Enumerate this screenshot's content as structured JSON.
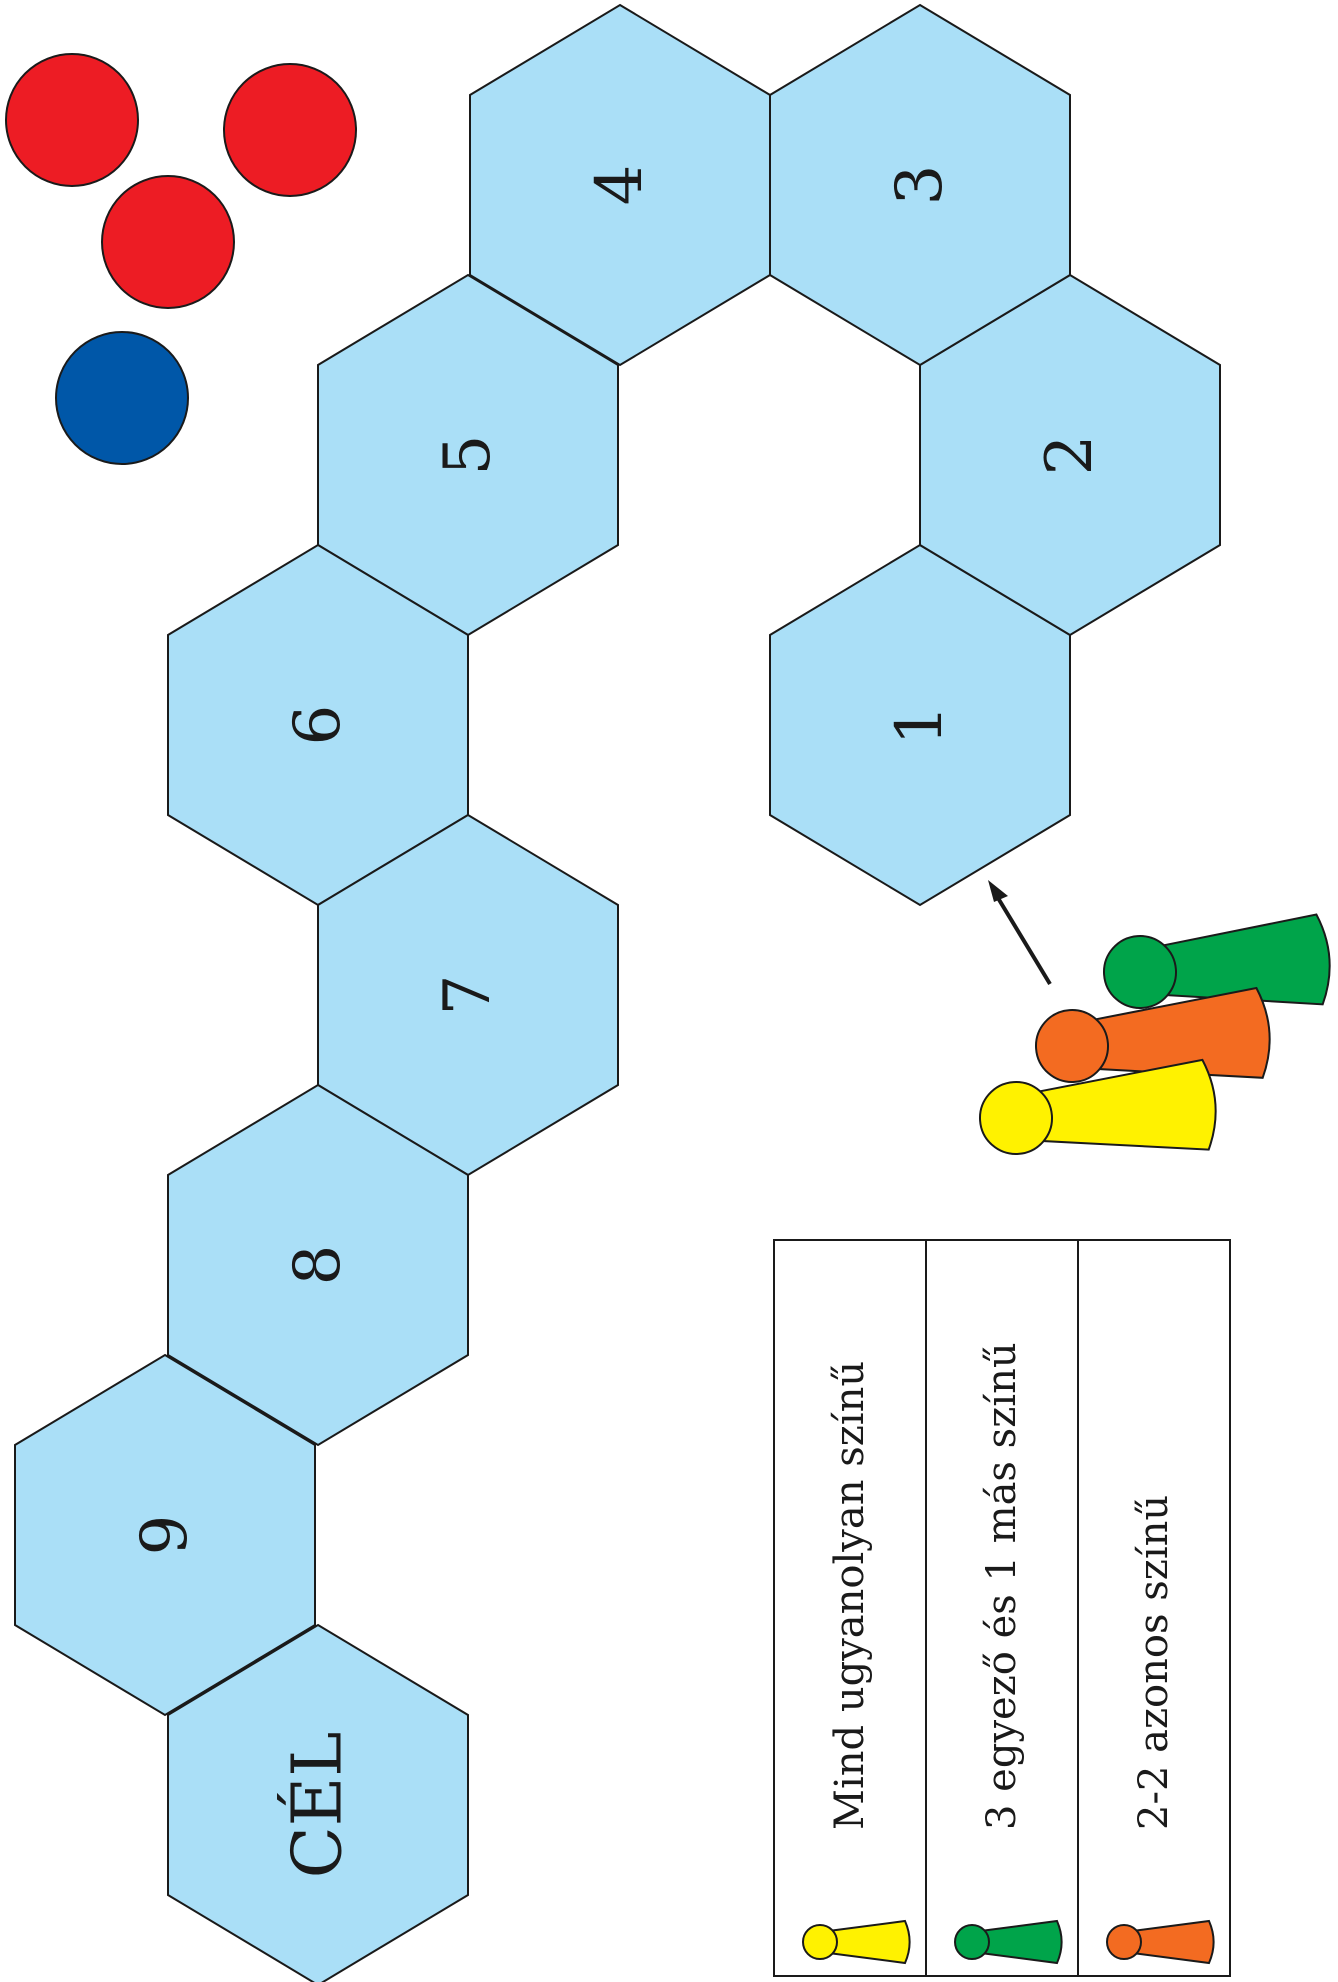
{
  "board": {
    "path_cells": [
      {
        "label": "1"
      },
      {
        "label": "2"
      },
      {
        "label": "3"
      },
      {
        "label": "4"
      },
      {
        "label": "5"
      },
      {
        "label": "6"
      },
      {
        "label": "7"
      },
      {
        "label": "8"
      },
      {
        "label": "9"
      },
      {
        "label": "CÉL"
      }
    ],
    "cell_color": "#aadff7",
    "outline_color": "#1a1a1a"
  },
  "balls": [
    {
      "color": "red",
      "hex": "#ed1c24"
    },
    {
      "color": "red",
      "hex": "#ed1c24"
    },
    {
      "color": "red",
      "hex": "#ed1c24"
    },
    {
      "color": "blue",
      "hex": "#0057a8"
    }
  ],
  "pawns": [
    {
      "color": "green",
      "hex": "#00a44a"
    },
    {
      "color": "orange",
      "hex": "#f36b21"
    },
    {
      "color": "yellow",
      "hex": "#fff200"
    }
  ],
  "rules": [
    {
      "text": "Mind ugyanolyan színű",
      "pawn_color": "#fff200",
      "pawn_name": "yellow-pawn-icon"
    },
    {
      "text": "3 egyező és 1 más színű",
      "pawn_color": "#00a44a",
      "pawn_name": "green-pawn-icon"
    },
    {
      "text": "2-2 azonos színű",
      "pawn_color": "#f36b21",
      "pawn_name": "orange-pawn-icon"
    }
  ]
}
